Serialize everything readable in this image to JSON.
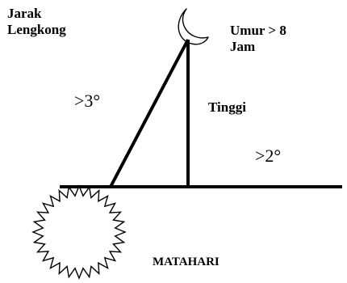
{
  "labels": {
    "jarak_lengkong_line1": "Jarak",
    "jarak_lengkong_line2": "Lengkong",
    "umur_line1": "Umur > 8",
    "umur_line2": "Jam",
    "elongation_angle": ">3°",
    "tinggi": "Tinggi",
    "altitude_angle": ">2°",
    "matahari": "MATAHARI"
  },
  "icons": {
    "moon": "crescent-moon",
    "sun": "spiky-sun"
  },
  "colors": {
    "ink": "#000000",
    "background": "#ffffff"
  }
}
